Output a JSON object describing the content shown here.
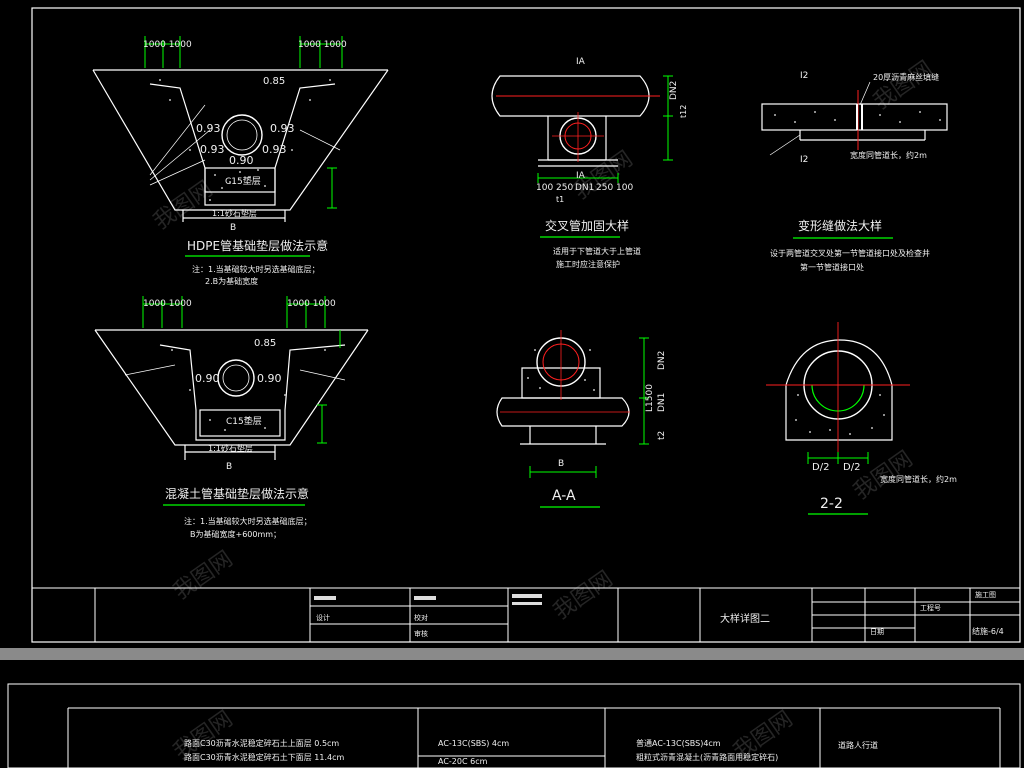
{
  "theme": {
    "background": "#000000",
    "line": "#ffffff",
    "green": "#00ff00",
    "red": "#ff2020",
    "cyan": "#00ffff",
    "yellow": "#ffff66",
    "watermark": "#3a3a3a"
  },
  "drawings": {
    "hdpe": {
      "dims_left": "1000 1000",
      "dims_right": "1000 1000",
      "v_085": "0.85",
      "v_093_l1": "0.93",
      "v_093_r1": "0.93",
      "v_093_l2": "0.93",
      "v_093_r2": "0.93",
      "v_090": "0.90",
      "c15": "C15垫层",
      "slope": "1:1砂石垫层",
      "b": "B",
      "title": "HDPE管基础垫层做法示意",
      "note1": "注：1.当基础较大时另选基础底层；",
      "note2": "2.B为基础宽度"
    },
    "concrete": {
      "dims_left": "1000 1000",
      "dims_right": "1000 1000",
      "v_085": "0.85",
      "v_090_l": "0.90",
      "v_090_r": "0.90",
      "c15": "C15垫层",
      "slope": "1:1砂石垫层",
      "b": "B",
      "title": "混凝土管基础垫层做法示意",
      "note1": "注：1.当基础较大时另选基础底层；",
      "note2": "B为基础宽度+600mm；"
    },
    "crossing": {
      "label_ia_top": "IA",
      "label_ia_bot": "IA",
      "dn2": "DN2",
      "t2": "t12",
      "d_left": "100 250",
      "dn1": "DN1",
      "d_right": "250 100",
      "t1": "t1",
      "title": "交叉管加固大样",
      "note1": "适用于下管道大于上管道",
      "note2": "施工时应注意保护"
    },
    "deformation": {
      "i2_top": "I2",
      "i2_bot": "I2",
      "label": "20厚沥青麻丝填缝",
      "note_len": "宽度同管道长，约2m",
      "title": "变形缝做法大样",
      "note1": "设于两管道交叉处第一节管道接口处及检查井",
      "note2": "第一节管道接口处"
    },
    "section_aa": {
      "b": "B",
      "title": "A-A",
      "dim1": "L1500",
      "dim2": "DN2",
      "dim3": "DN1",
      "dim4": "t2"
    },
    "section_22": {
      "d1": "D/2",
      "d2": "D/2",
      "title": "2-2",
      "note": "宽度同管道长，约2m"
    }
  },
  "title_block": {
    "drawing_name": "大样详图二",
    "sheet_no": "结施-6/4",
    "stage": "施工图",
    "project_no": "工程号",
    "date_label": "日期",
    "design_label": "设计",
    "check_label": "校对",
    "approve_label": "审核"
  },
  "lower_sheet": {
    "row1": "路面C30沥青水泥稳定碎石土上面层 0.5cm",
    "row2": "路面C30沥青水泥稳定碎石土下面层 11.4cm",
    "mid1": "AC-13C(SBS) 4cm",
    "mid2": "AC-20C 6cm",
    "right1": "普通AC-13C(SBS)4cm",
    "right2": "粗粒式沥青混凝土(沥青路面用稳定碎石)",
    "far_right": "道路人行道"
  },
  "watermark": "我图网"
}
